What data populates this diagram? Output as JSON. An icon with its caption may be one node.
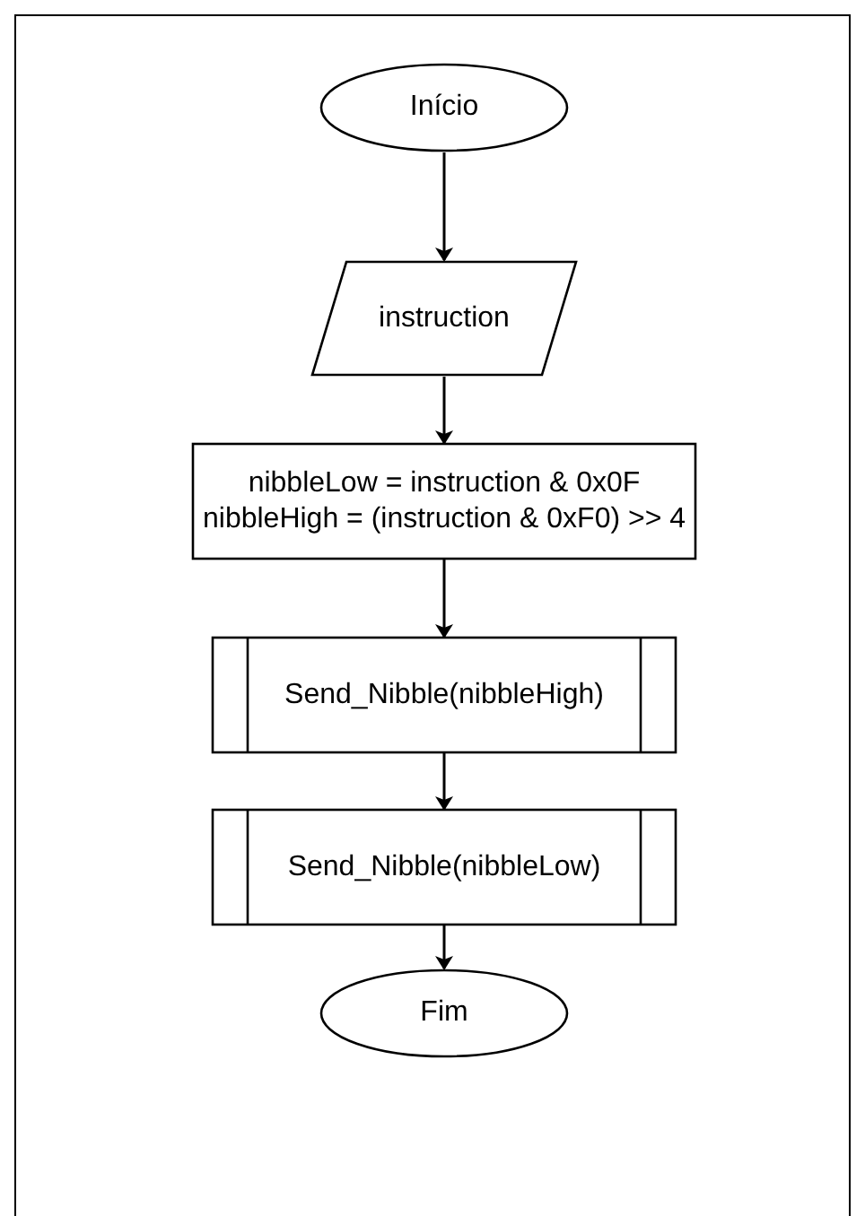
{
  "diagram": {
    "nodes": [
      {
        "text": [
          "Início"
        ]
      },
      {
        "text": [
          "instruction"
        ]
      },
      {
        "text": [
          "nibbleLow = instruction & 0x0F",
          "nibbleHigh = (instruction & 0xF0) >> 4"
        ]
      },
      {
        "text": [
          "Send_Nibble(nibbleHigh)"
        ]
      },
      {
        "text": [
          "Send_Nibble(nibbleLow)"
        ]
      },
      {
        "text": [
          "Fim"
        ]
      }
    ],
    "edges": [
      {
        "from": 0,
        "to": 1,
        "arrow": "to"
      },
      {
        "from": 1,
        "to": 2,
        "arrow": "to"
      },
      {
        "from": 2,
        "to": 3,
        "arrow": "to"
      },
      {
        "from": 3,
        "to": 4,
        "arrow": "to"
      },
      {
        "from": 4,
        "to": 5,
        "arrow": "to"
      }
    ]
  }
}
